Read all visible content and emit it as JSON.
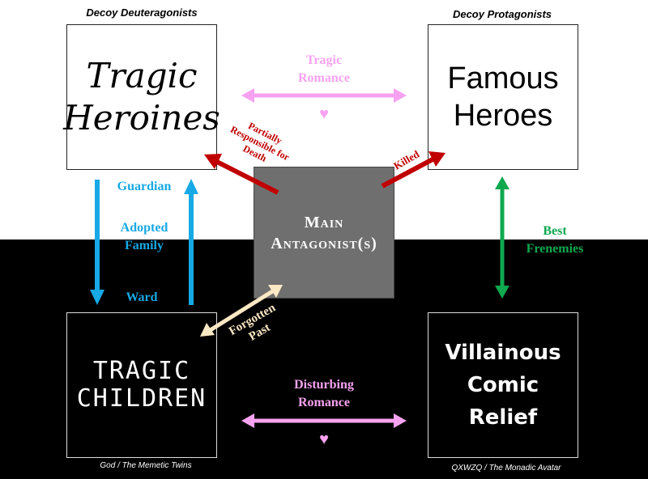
{
  "captions": {
    "top_left": "Decoy Deuteragonists",
    "top_right": "Decoy Protagonists",
    "bottom_left": "God / The Memetic Twins",
    "bottom_right": "QXWZQ / The Monadic Avatar"
  },
  "boxes": {
    "tragic_heroines": [
      "Tragic",
      "Heroines"
    ],
    "famous_heroes": [
      "Famous",
      "Heroes"
    ],
    "main_antagonist": [
      "Main",
      "Antagonist(s)"
    ],
    "tragic_children": [
      "TRAGIC",
      "CHILDREN"
    ],
    "villainous_comic_relief": [
      "Villainous",
      "Comic",
      "Relief"
    ]
  },
  "relations": {
    "tragic_romance": [
      "Tragic",
      "Romance"
    ],
    "disturbing_romance": [
      "Disturbing",
      "Romance"
    ],
    "guardian": "Guardian",
    "adopted_family": [
      "Adopted",
      "Family"
    ],
    "ward": "Ward",
    "best_frenemies": [
      "Best",
      "Frenemies"
    ],
    "partially_responsible": [
      "Partially",
      "Responsible for",
      "Death"
    ],
    "killed": "Killed",
    "forgotten_past": [
      "Forgotten",
      "Past"
    ],
    "heart_symbol": "♥"
  },
  "colors": {
    "pink": "#f7a2f0",
    "blue": "#17a9e6",
    "green": "#10a84f",
    "red": "#c00000",
    "cream": "#fbe8c4",
    "heart": "#f7a2f0"
  }
}
